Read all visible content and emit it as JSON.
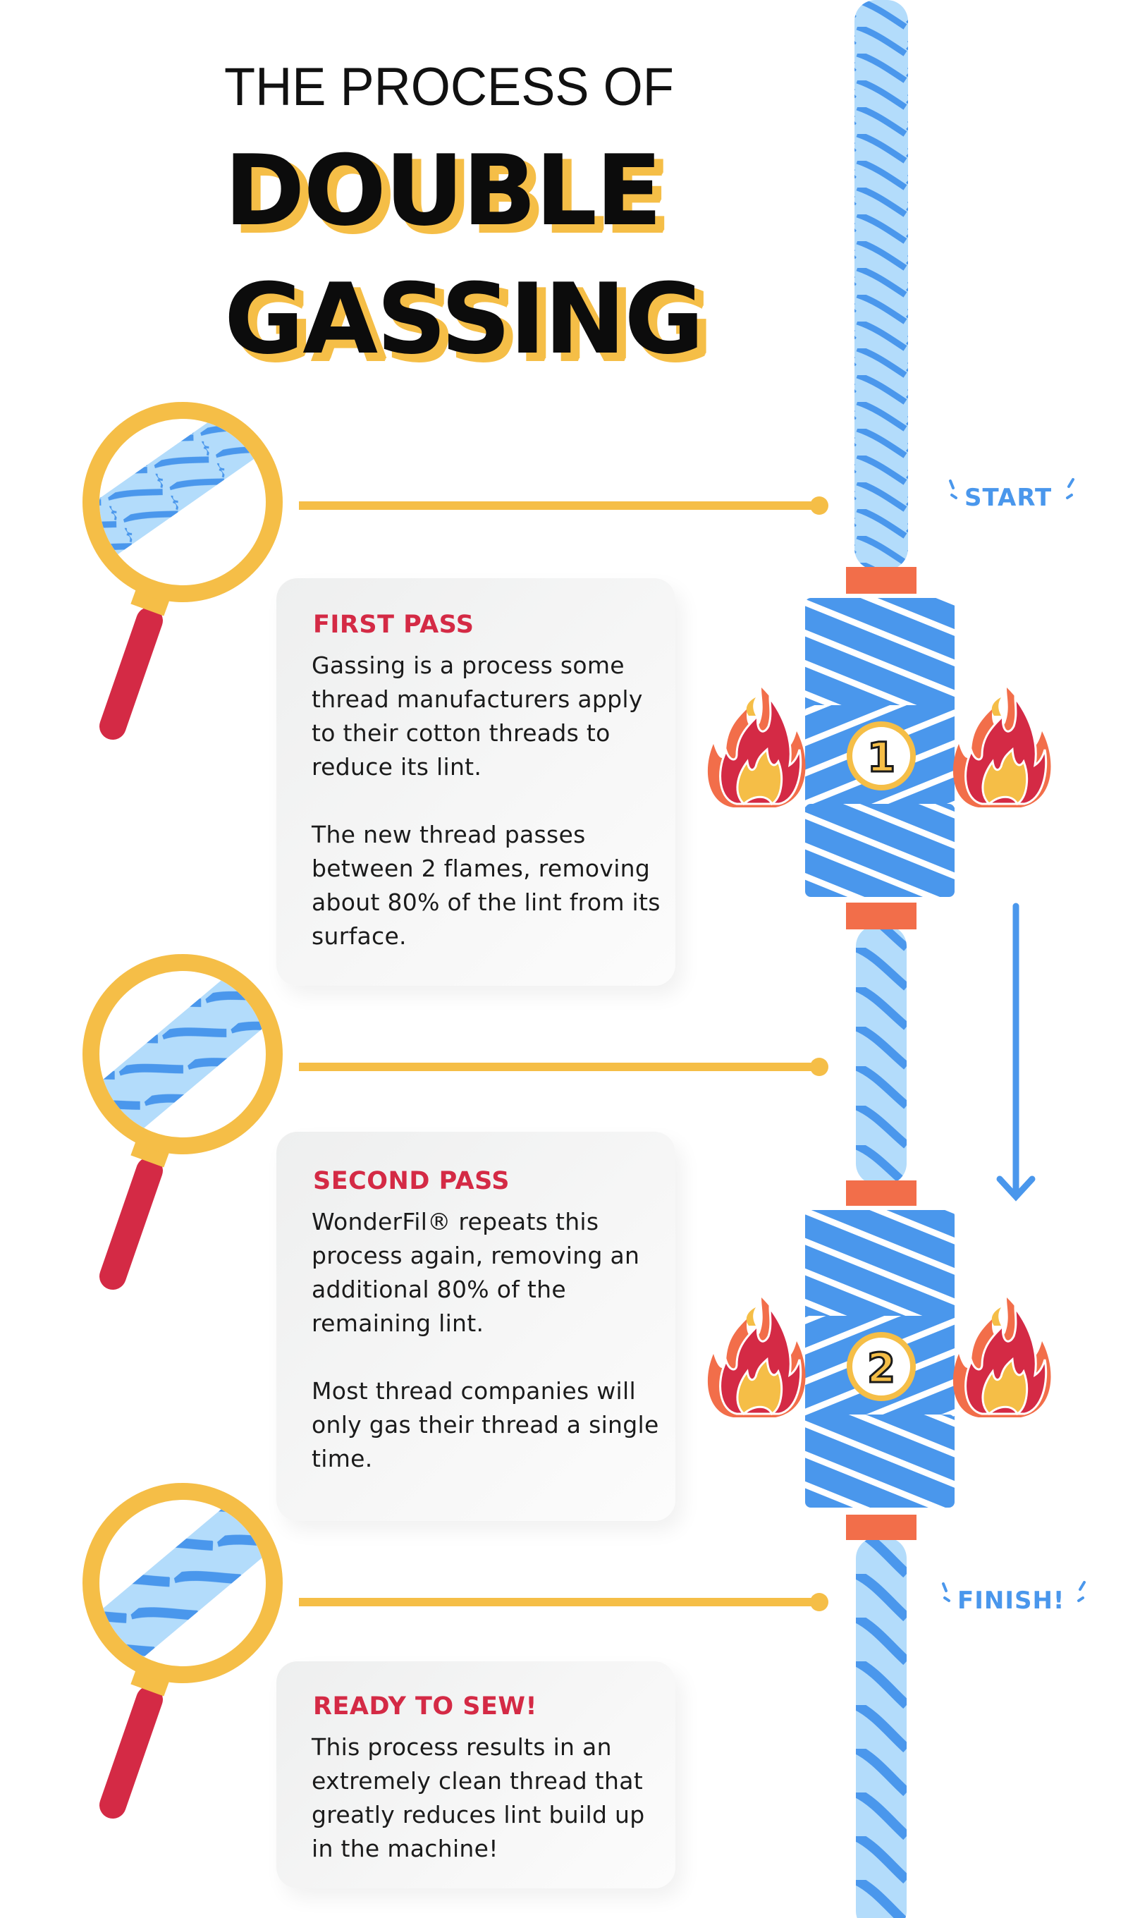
{
  "title": {
    "line1": "THE PROCESS OF",
    "line2": "DOUBLE",
    "line3": "GASSING"
  },
  "labels": {
    "start": "START",
    "finish": "FINISH!"
  },
  "spools": [
    {
      "number": "1"
    },
    {
      "number": "2"
    }
  ],
  "steps": [
    {
      "heading": "FIRST PASS",
      "paragraphs": [
        "Gassing is a process some thread manufacturers apply to their cotton threads to reduce its lint.",
        "The new thread passes between 2 flames, removing about 80% of the lint from its surface."
      ]
    },
    {
      "heading": "SECOND PASS",
      "paragraphs": [
        "WonderFil® repeats this process again, removing an additional 80% of the remaining lint.",
        "Most thread companies will only gas their thread a single time."
      ]
    },
    {
      "heading": "READY TO SEW!",
      "paragraphs": [
        "This process results in an extremely clean thread that greatly reduces lint build up in the machine!"
      ]
    }
  ],
  "colors": {
    "thread_light": "#b3dcfb",
    "thread_dark": "#4a97ec",
    "gold": "#f5be47",
    "red": "#d42a45",
    "orange": "#f26e4a"
  }
}
